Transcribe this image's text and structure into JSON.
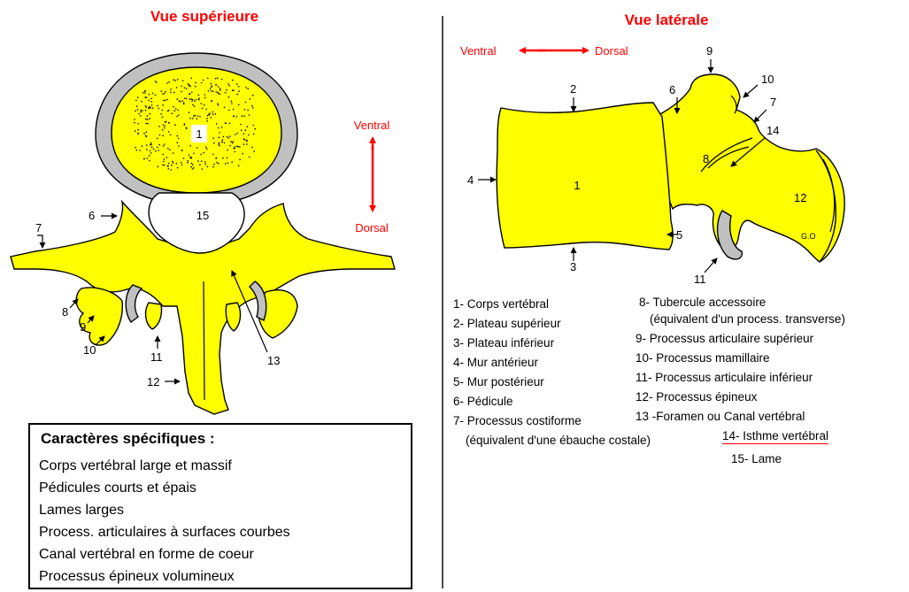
{
  "superior_view": {
    "title": "Vue supérieure",
    "orientation_top": "Ventral",
    "orientation_bottom": "Dorsal",
    "numbers": [
      "1",
      "6",
      "7",
      "8",
      "9",
      "10",
      "11",
      "12",
      "13",
      "15"
    ]
  },
  "lateral_view": {
    "title": "Vue latérale",
    "orientation_left": "Ventral",
    "orientation_right": "Dorsal",
    "numbers": [
      "1",
      "2",
      "3",
      "4",
      "5",
      "6",
      "7",
      "8",
      "9",
      "10",
      "11",
      "12",
      "14"
    ],
    "corner_mark": "G.O"
  },
  "specific_characteristics": {
    "heading": "Caractères spécifiques :",
    "items": [
      "Corps vertébral large et massif",
      "Pédicules courts et épais",
      "Lames larges",
      "Process. articulaires à surfaces courbes",
      "Canal vertébral en forme de coeur",
      "Processus épineux volumineux"
    ]
  },
  "legend": {
    "col1": [
      "1- Corps vertébral",
      "2- Plateau supérieur",
      "3- Plateau inférieur",
      "4- Mur antérieur",
      "5- Mur postérieur",
      "6- Pédicule",
      "7- Processus costiforme",
      "(équivalent d'une ébauche costale)"
    ],
    "col2": [
      "8- Tubercule accessoire",
      "(équivalent d'un process. transverse)",
      "9- Processus articulaire supérieur",
      "10- Processus mamillaire",
      "11- Processus articulaire inférieur",
      "12- Processus épineux",
      "13 -Foramen ou Canal vertébral",
      "14- Isthme vertébral",
      "15- Lame"
    ]
  },
  "colors": {
    "bone": "#ffff00",
    "cortex": "#c0c0c0",
    "accent": "#ff0000",
    "outline": "#000000"
  }
}
